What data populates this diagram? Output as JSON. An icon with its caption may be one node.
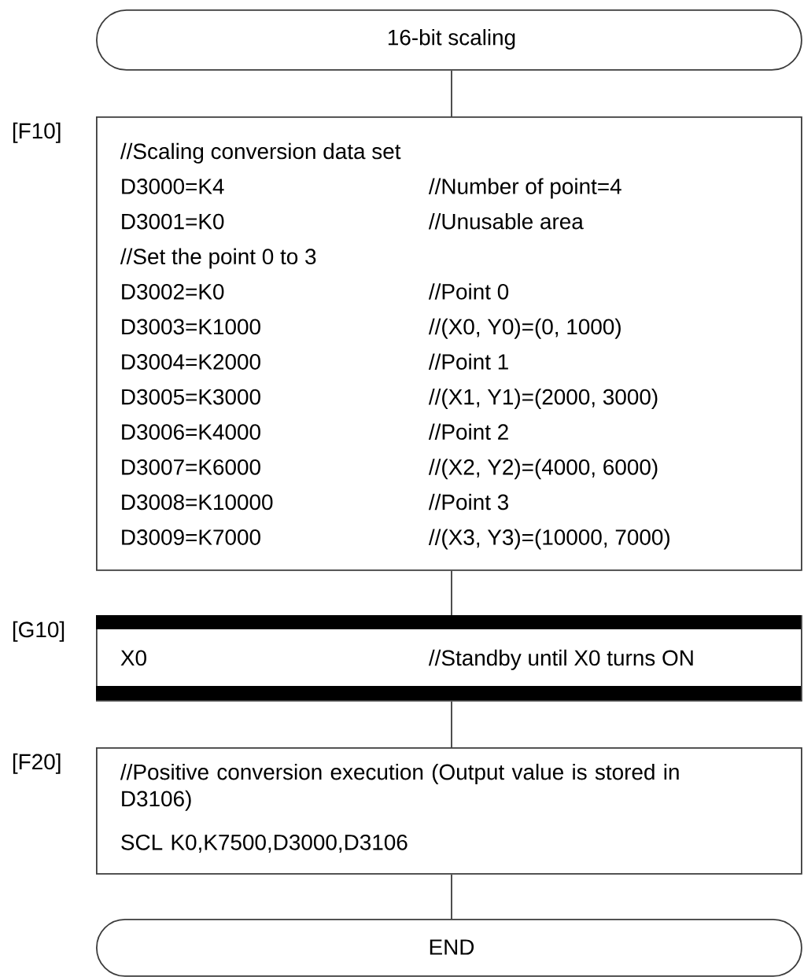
{
  "diagram": {
    "nodes": [
      {
        "text": [
          "16-bit scaling"
        ]
      },
      {
        "text": [
          "//Scaling conversion data set",
          "D3000=K4",
          "//Number of point=4",
          "D3001=K0",
          "//Unusable area",
          "//Set the point 0 to 3",
          "D3002=K0",
          "//Point 0",
          "D3003=K1000",
          "//(X0, Y0)=(0, 1000)",
          "D3004=K2000",
          "//Point 1",
          "D3005=K3000",
          "//(X1, Y1)=(2000, 3000)",
          "D3006=K4000",
          "//Point 2",
          "D3007=K6000",
          "//(X2, Y2)=(4000, 6000)",
          "D3008=K10000",
          "//Point 3",
          "D3009=K7000",
          "//(X3, Y3)=(10000, 7000)"
        ],
        "beside": [
          "[F10]"
        ]
      },
      {
        "text": [
          "X0",
          "//Standby until X0 turns ON"
        ],
        "beside": [
          "[G10]"
        ]
      },
      {
        "text": [
          "//Positive conversion execution (Output value is stored in D3106)",
          "SCL K0,K7500,D3000,D3106"
        ],
        "beside": [
          "[F20]"
        ]
      },
      {
        "text": [
          "END"
        ]
      }
    ],
    "edges": [
      {
        "from": 0,
        "to": 1,
        "arrow": "none"
      },
      {
        "from": 1,
        "to": 2,
        "arrow": "none"
      },
      {
        "from": 2,
        "to": 3,
        "arrow": "none"
      },
      {
        "from": 3,
        "to": 4,
        "arrow": "none"
      }
    ]
  }
}
